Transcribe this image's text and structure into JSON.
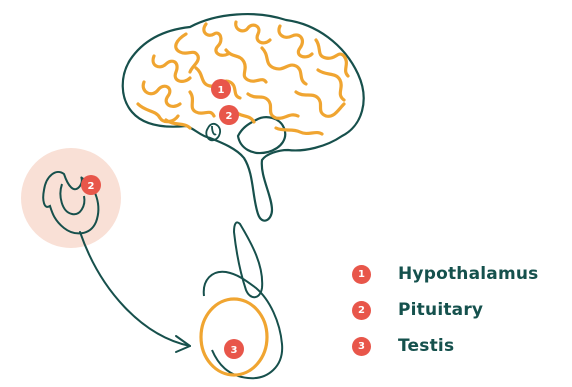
{
  "colors": {
    "outline": "#17504c",
    "gyri": "#f0a531",
    "badge": "#e8564a",
    "halo": "#f9e0d6",
    "testis": "#f0a531"
  },
  "badges": {
    "hypothalamus": "1",
    "pituitary": "2",
    "pituitary_zoom": "2",
    "testis": "3"
  },
  "legend": [
    {
      "num": "1",
      "label": "Hypothalamus"
    },
    {
      "num": "2",
      "label": "Pituitary"
    },
    {
      "num": "3",
      "label": "Testis"
    }
  ]
}
